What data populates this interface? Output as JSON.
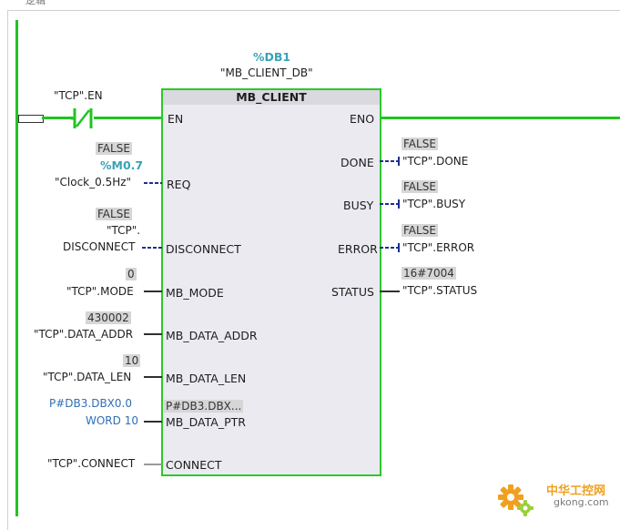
{
  "header": {
    "partial_label": "逻辑"
  },
  "instance": {
    "address": "%DB1",
    "name": "\"MB_CLIENT_DB\""
  },
  "block": {
    "title": "MB_CLIENT",
    "inputs": {
      "en": "EN",
      "req": "REQ",
      "disconnect": "DISCONNECT",
      "mb_mode": "MB_MODE",
      "mb_data_addr": "MB_DATA_ADDR",
      "mb_data_len": "MB_DATA_LEN",
      "mb_data_ptr": "MB_DATA_PTR",
      "mb_data_ptr_value": "P#DB3.DBX...",
      "connect": "CONNECT"
    },
    "outputs": {
      "eno": "ENO",
      "done": "DONE",
      "busy": "BUSY",
      "error": "ERROR",
      "status": "STATUS"
    }
  },
  "contact": {
    "label": "\"TCP\".EN"
  },
  "params": {
    "req": {
      "value": "FALSE",
      "address": "%M0.7",
      "tag": "\"Clock_0.5Hz\""
    },
    "disconnect": {
      "value": "FALSE",
      "tag_line1": "\"TCP\".",
      "tag_line2": "DISCONNECT"
    },
    "mb_mode": {
      "value": "0",
      "tag": "\"TCP\".MODE"
    },
    "mb_data_addr": {
      "value": "430002",
      "tag": "\"TCP\".DATA_ADDR"
    },
    "mb_data_len": {
      "value": "10",
      "tag": "\"TCP\".DATA_LEN"
    },
    "mb_data_ptr": {
      "line1": "P#DB3.DBX0.0",
      "line2": "WORD 10"
    },
    "connect": {
      "tag": "\"TCP\".CONNECT"
    },
    "done": {
      "value": "FALSE",
      "tag": "\"TCP\".DONE"
    },
    "busy": {
      "value": "FALSE",
      "tag": "\"TCP\".BUSY"
    },
    "error": {
      "value": "FALSE",
      "tag": "\"TCP\".ERROR"
    },
    "status": {
      "value": "16#7004",
      "tag": "\"TCP\".STATUS"
    }
  },
  "watermark": {
    "line1": "中华工控网",
    "line2": "gkong.com"
  },
  "colors": {
    "power_flow": "#22c322",
    "wire_blue": "#1c2f8f",
    "teal": "#3aa3b5",
    "value_bg": "#d6d6d6"
  }
}
